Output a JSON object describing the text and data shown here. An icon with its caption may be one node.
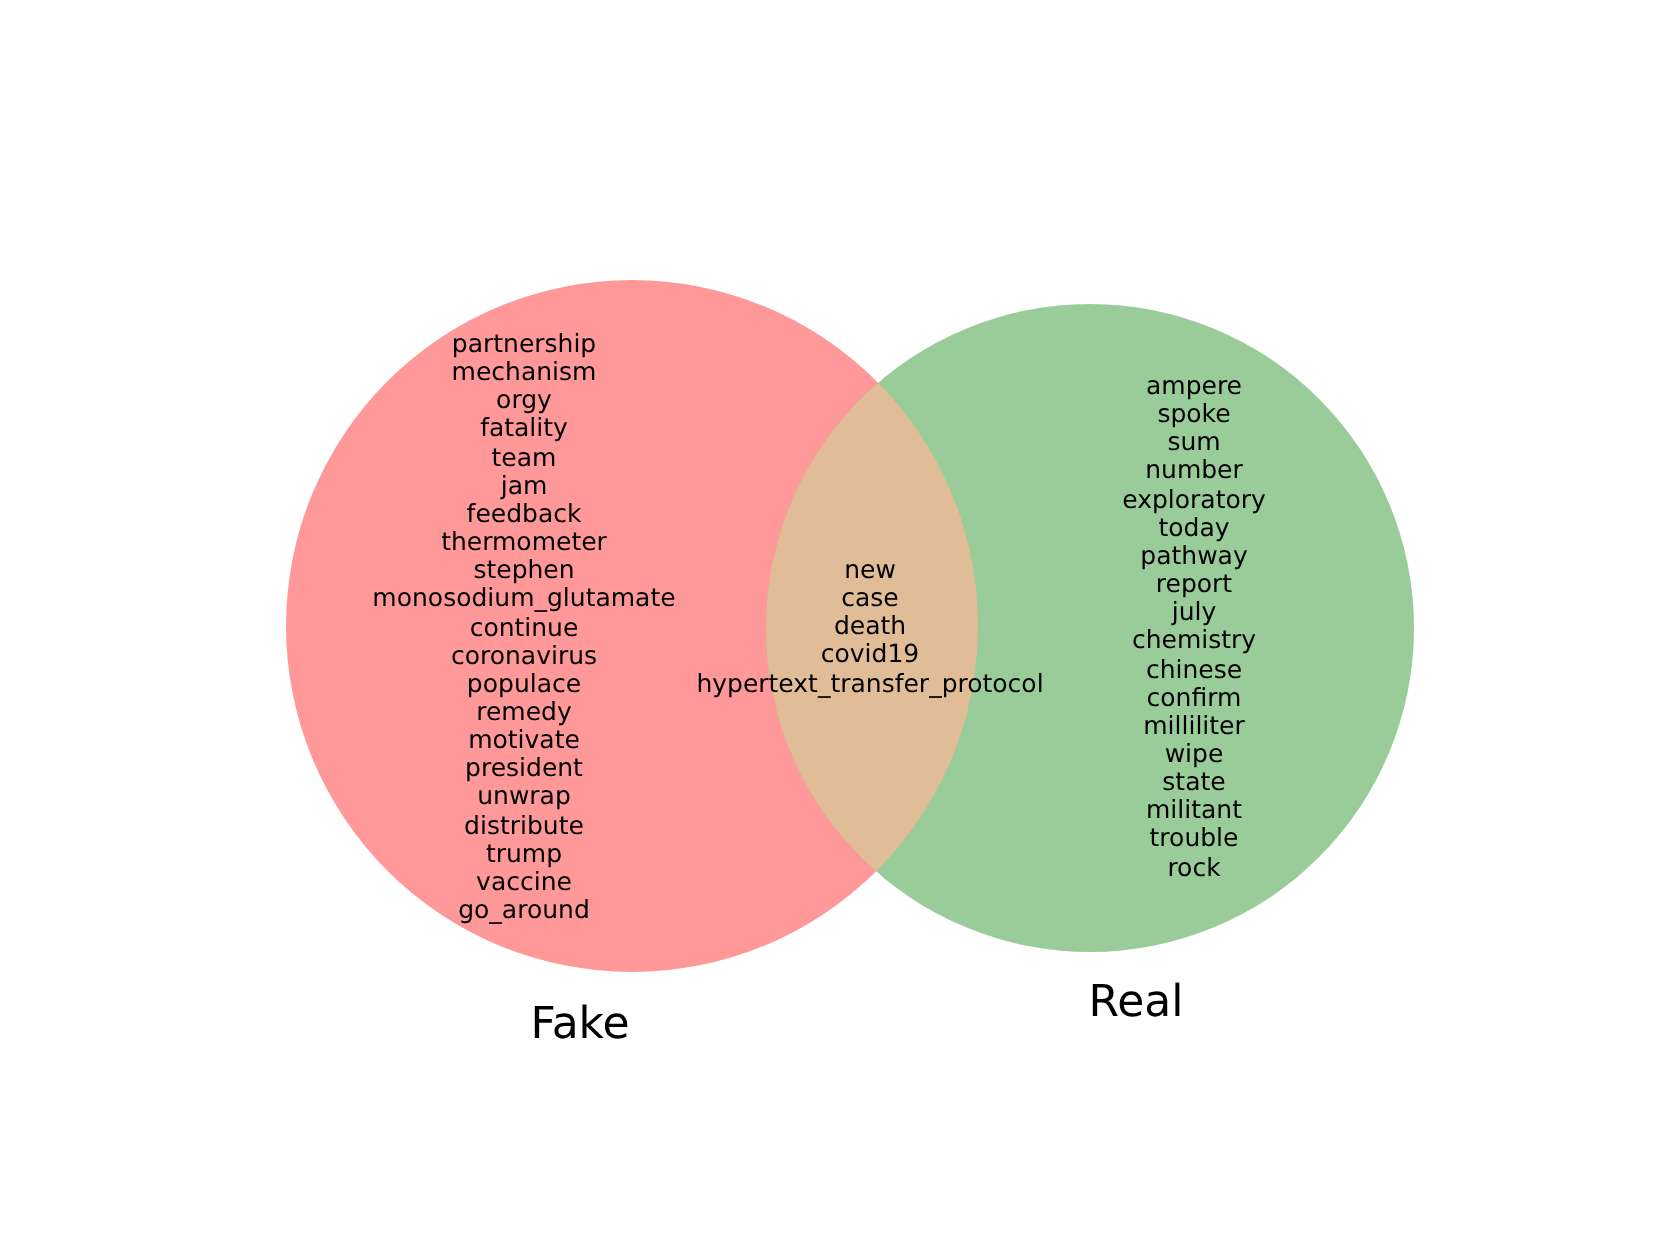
{
  "diagram": {
    "nodes": [
      {
        "text": [
          "partnership",
          "mechanism",
          "orgy",
          "fatality",
          "team",
          "jam",
          "feedback",
          "thermometer",
          "stephen",
          "monosodium_glutamate",
          "continue",
          "coronavirus",
          "populace",
          "remedy",
          "motivate",
          "president",
          "unwrap",
          "distribute",
          "trump",
          "vaccine",
          "go_around",
          "Fake"
        ]
      },
      {
        "text": [
          "ampere",
          "spoke",
          "sum",
          "number",
          "exploratory",
          "today",
          "pathway",
          "report",
          "july",
          "chemistry",
          "chinese",
          "confirm",
          "milliliter",
          "wipe",
          "state",
          "militant",
          "trouble",
          "rock",
          "Real"
        ]
      },
      {
        "text": [
          "new",
          "case",
          "death",
          "covid19",
          "hypertext_transfer_protocol"
        ]
      }
    ]
  }
}
